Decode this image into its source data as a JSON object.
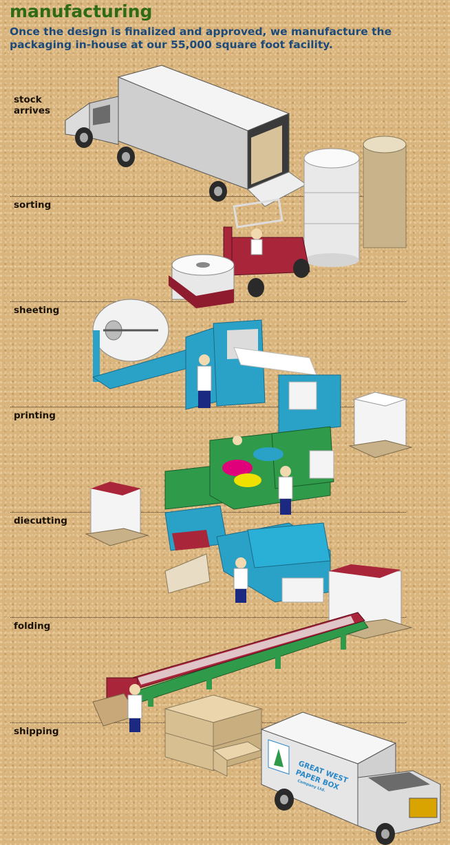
{
  "header": {
    "title": "manufacturing",
    "subtitle": "Once the design is finalized and approved, we manufacture the packaging in-house at our 55,000 square foot facility."
  },
  "stages": [
    {
      "label": "stock\narrives"
    },
    {
      "label": "sorting"
    },
    {
      "label": "sheeting"
    },
    {
      "label": "printing"
    },
    {
      "label": "diecutting"
    },
    {
      "label": "folding"
    },
    {
      "label": "shipping"
    }
  ],
  "truck_logo": {
    "line1": "GREAT WEST",
    "line2": "PAPER BOX",
    "line3": "Company Ltd."
  },
  "colors": {
    "title": "#2f6b15",
    "subtitle": "#1c4a7a",
    "background": "#d9b47c",
    "sheeter": "#2aa2c8",
    "press": "#2e9a4a",
    "forklift": "#a8253a"
  }
}
